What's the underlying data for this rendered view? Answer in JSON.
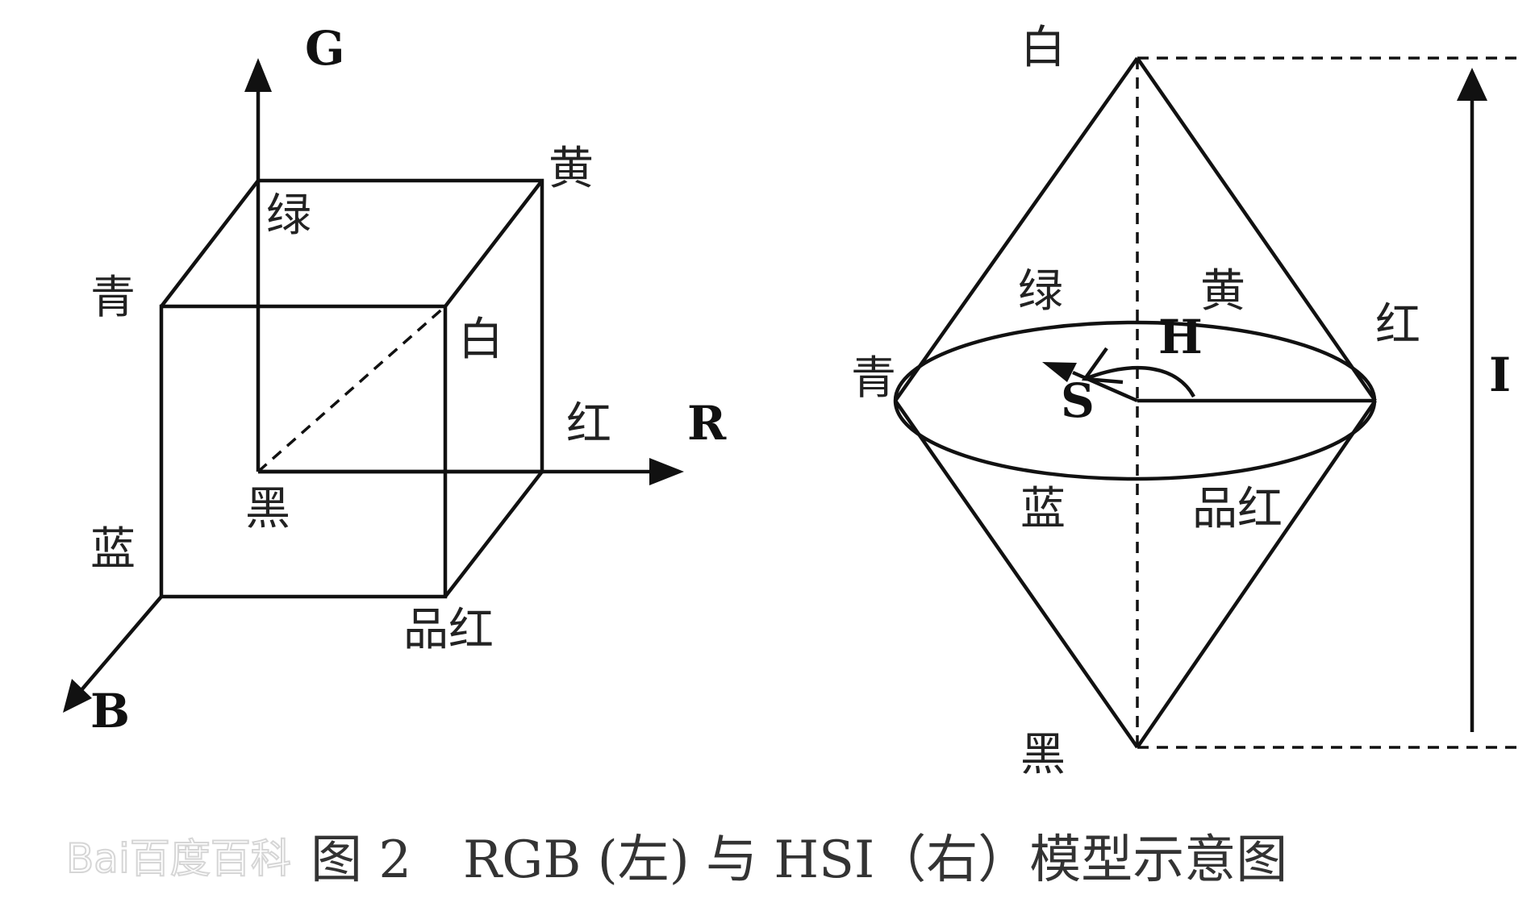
{
  "rgb_cube": {
    "axes": {
      "g": "G",
      "r": "R",
      "b": "B"
    },
    "vertices": {
      "green": "绿",
      "yellow": "黄",
      "cyan": "青",
      "white": "白",
      "red": "红",
      "black": "黑",
      "blue": "蓝",
      "magenta": "品红"
    }
  },
  "hsi_model": {
    "top": "白",
    "bottom": "黑",
    "labels": {
      "green": "绿",
      "yellow": "黄",
      "red": "红",
      "cyan": "青",
      "blue": "蓝",
      "magenta": "品红"
    },
    "hue": "H",
    "saturation": "S",
    "intensity": "I"
  },
  "caption": "图 2　RGB (左) 与 HSI（右）模型示意图",
  "watermark": "Bai百度百科"
}
